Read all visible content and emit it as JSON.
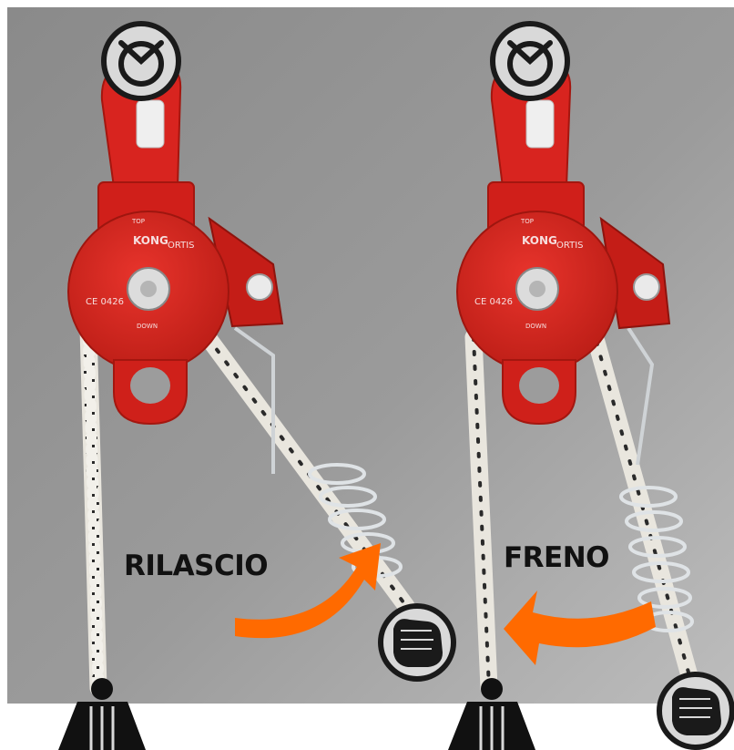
{
  "labels": {
    "release": "RILASCIO",
    "brake": "FRENO"
  },
  "device": {
    "brand": "KONG",
    "model": "ORTIS",
    "marking_ce": "CE 0426",
    "marking_top": "TOP",
    "marking_down": "DOWN"
  },
  "colors": {
    "background_top": "#8f8f8f",
    "background_bottom": "#b8b8b8",
    "frame": "#ffffff",
    "device_red": "#d8241f",
    "device_red_dark": "#a4160f",
    "arrow_orange": "#ff6a00",
    "icon_fill": "#d9d9d9",
    "icon_stroke": "#1a1a1a",
    "rope_white": "#f2f0ea",
    "rope_fleck": "#222222"
  },
  "icons": [
    "anchor-icon",
    "hand-grip-icon",
    "weight-icon"
  ]
}
